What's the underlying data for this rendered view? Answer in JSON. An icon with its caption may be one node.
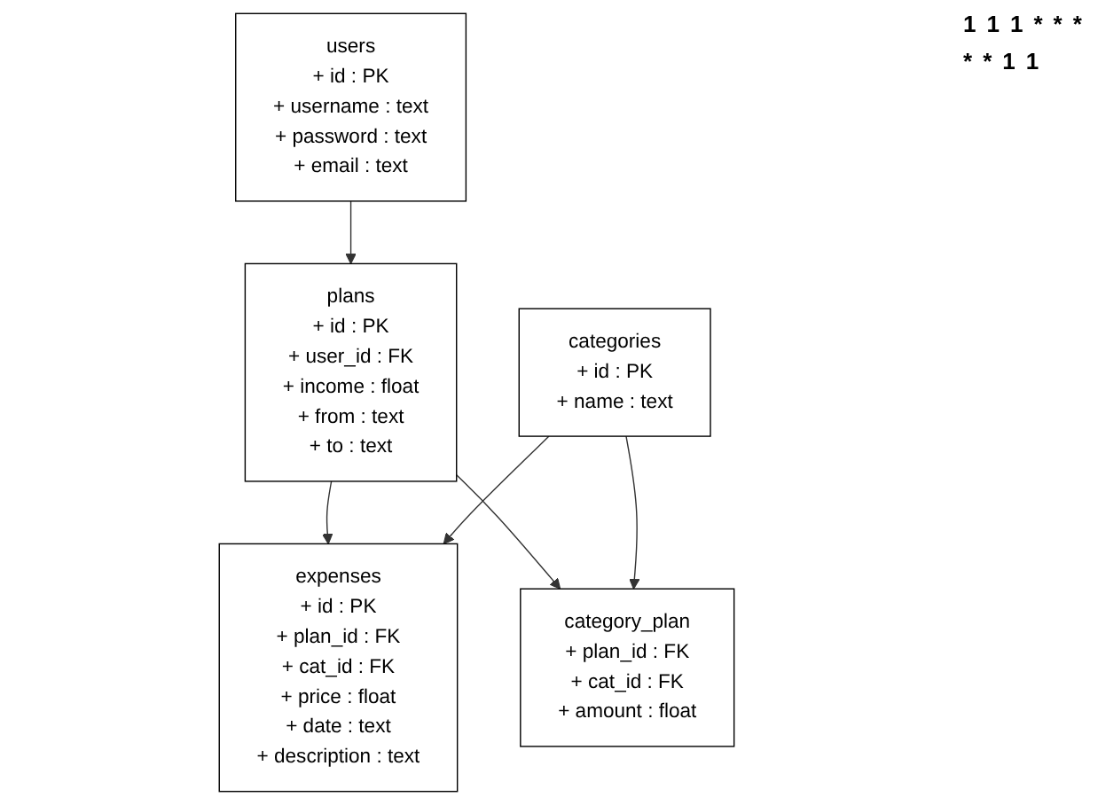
{
  "diagram": {
    "nodes": [
      {
        "text": [
          "users",
          "+ id : PK",
          "+ username : text",
          "+ password : text",
          "+ email : text"
        ]
      },
      {
        "text": [
          "plans",
          "+ id : PK",
          "+ user_id : FK",
          "+ income : float",
          "+ from : text",
          "+ to : text"
        ]
      },
      {
        "text": [
          "expenses",
          "+ id : PK",
          "+ plan_id : FK",
          "+ cat_id : FK",
          "+ price : float",
          "+ date : text",
          "+ description : text"
        ]
      },
      {
        "text": [
          "category_plan",
          "+ plan_id : FK",
          "+ cat_id : FK",
          "+ amount : float"
        ]
      },
      {
        "text": [
          "categories",
          "+ id : PK",
          "+ name : text"
        ]
      }
    ],
    "edges": [
      {
        "from": 0,
        "to": 1,
        "arrow": "to"
      },
      {
        "from": 1,
        "to": 2,
        "arrow": "to"
      },
      {
        "from": 1,
        "to": 3,
        "arrow": "to"
      },
      {
        "from": 4,
        "to": 3,
        "arrow": "to"
      },
      {
        "from": 4,
        "to": 2,
        "arrow": "to"
      }
    ],
    "labels": [
      "1",
      "1",
      "1",
      "*",
      "*",
      "*",
      "*",
      "*",
      "1",
      "1"
    ]
  }
}
